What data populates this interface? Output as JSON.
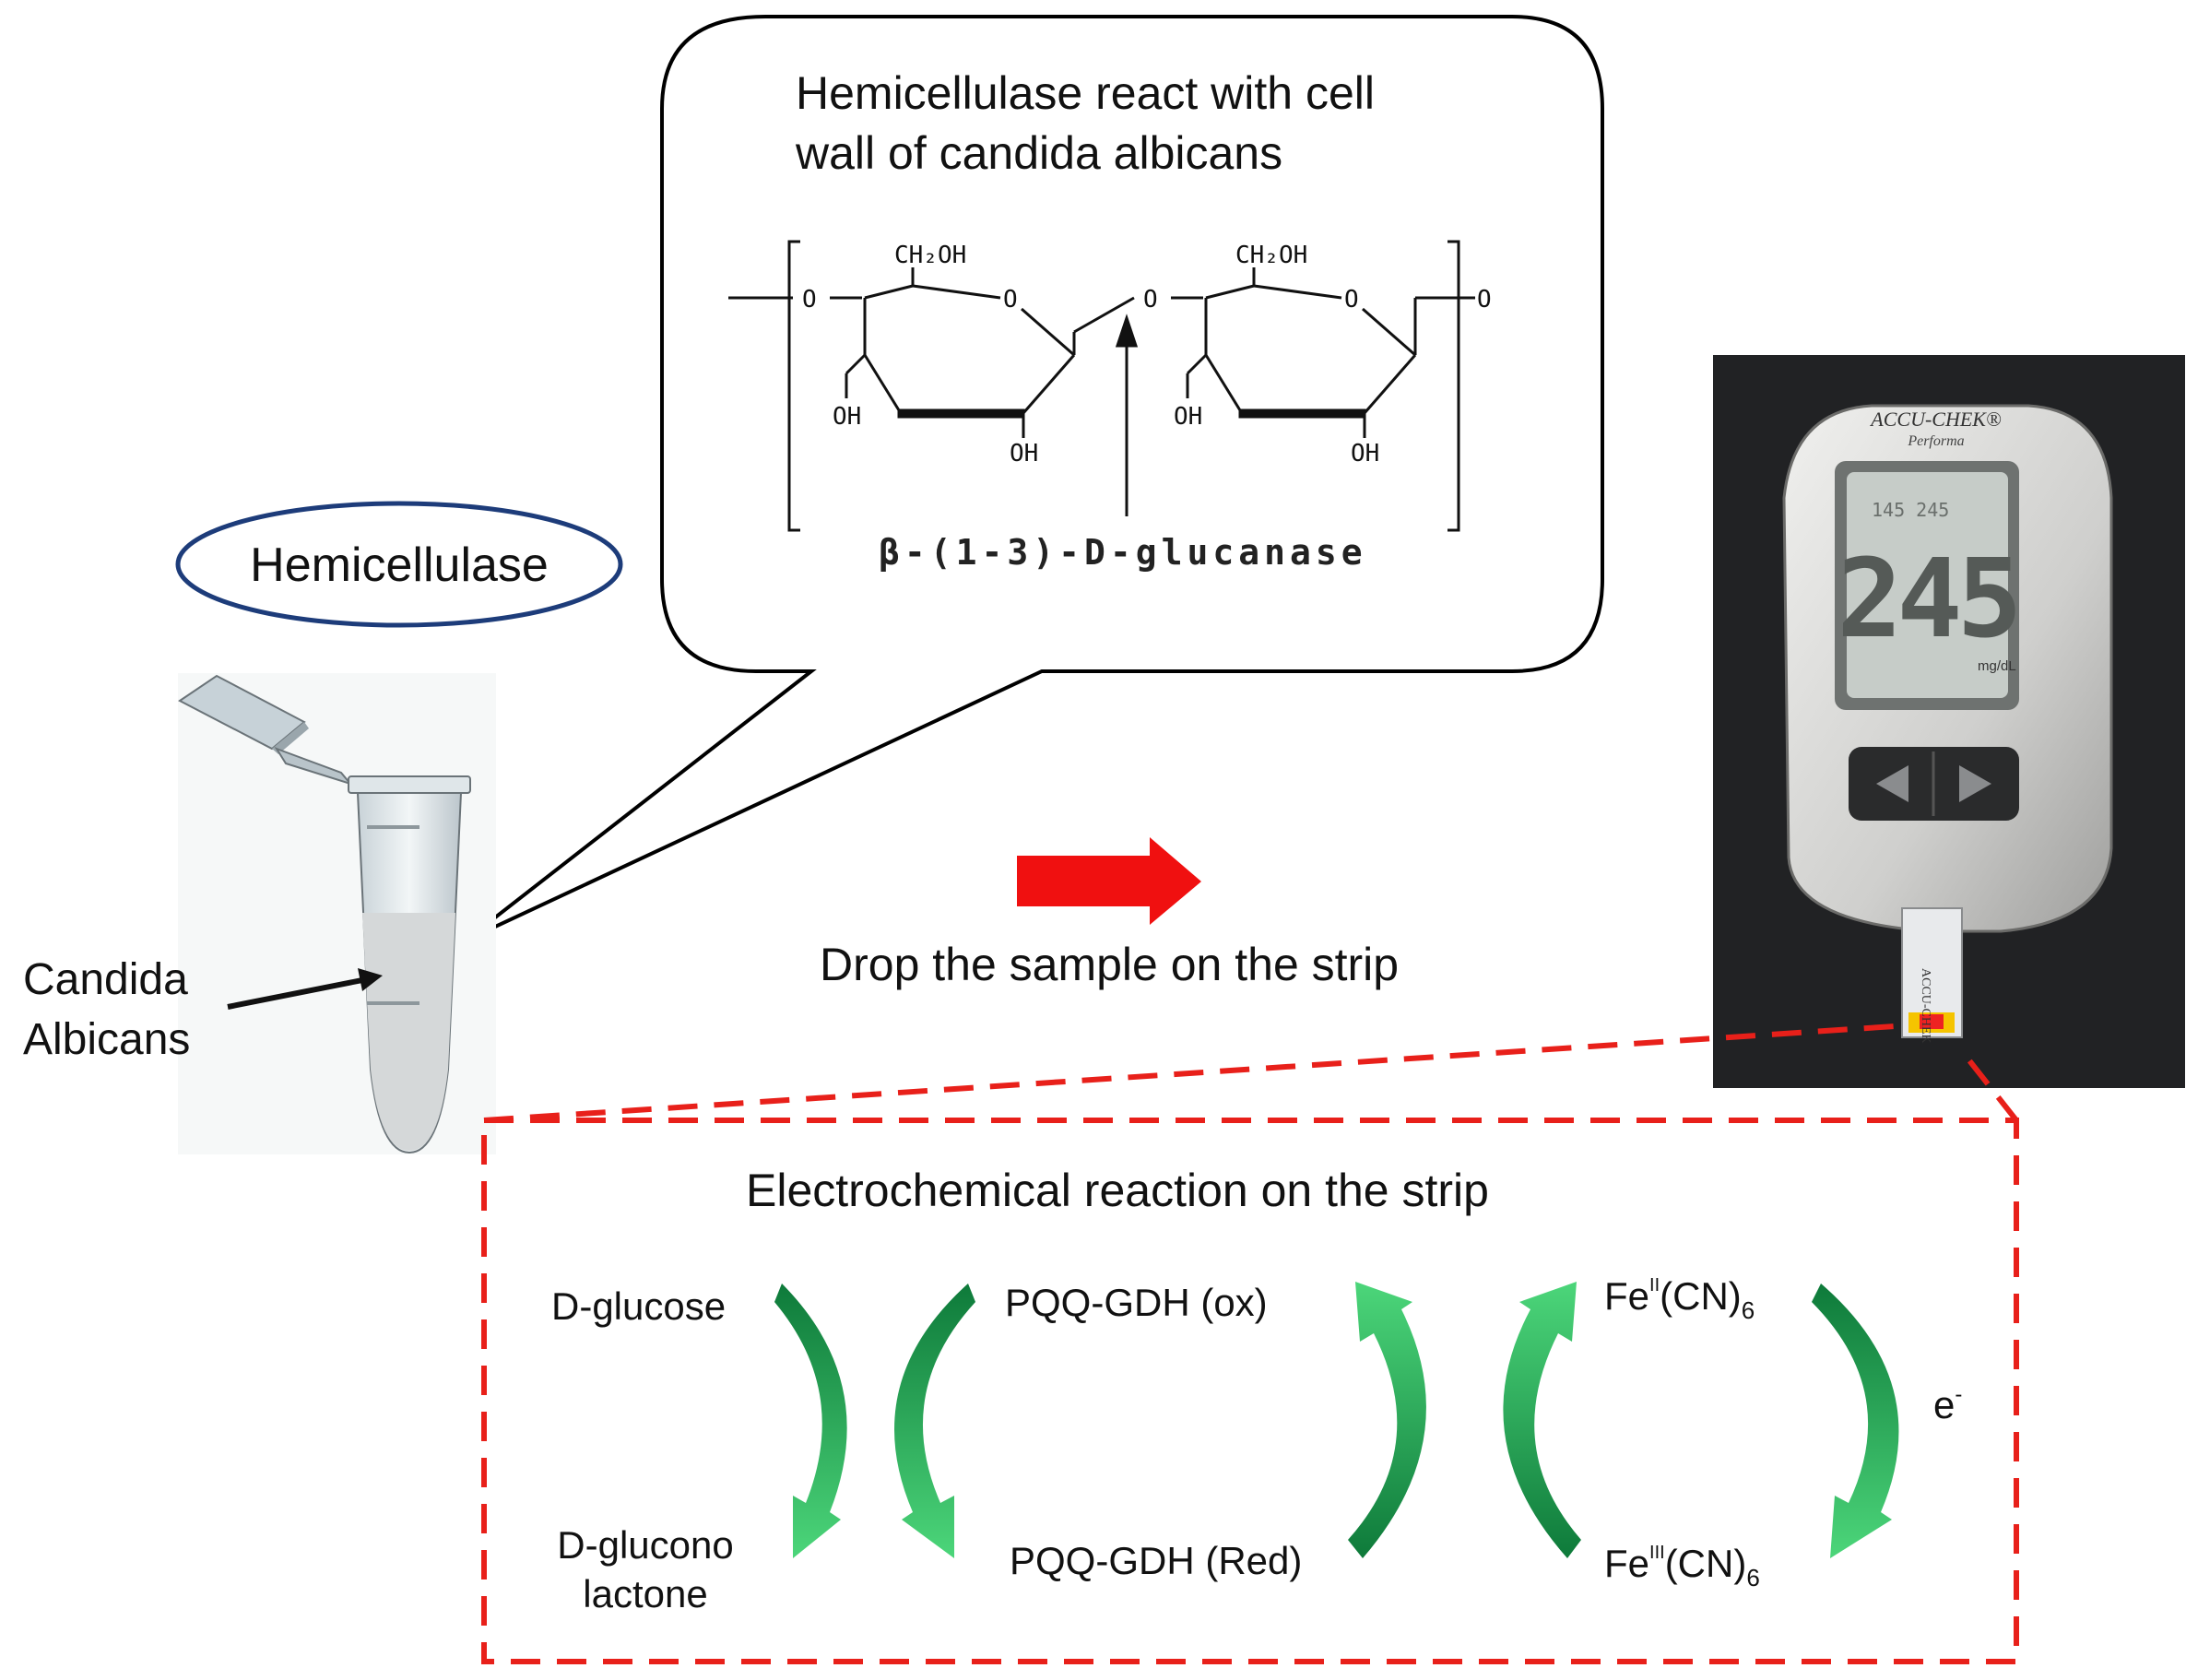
{
  "speech_bubble": {
    "text_line1": "Hemicellulase react with cell",
    "text_line2": "wall of candida albicans"
  },
  "structure": {
    "ch2oh": "CH₂OH",
    "ring_o": "O",
    "link_o": "O",
    "oh": "OH",
    "enzyme_label": "β-(1-3)-D-glucanase"
  },
  "enzyme_ellipse": {
    "label": "Hemicellulase"
  },
  "tube": {
    "sample_label_line1": "Candida",
    "sample_label_line2": "Albicans"
  },
  "step": {
    "label": "Drop the sample on the strip"
  },
  "meter": {
    "brand": "ACCU-CHEK®",
    "model": "Performa",
    "reading": "245",
    "small_reading": "145  245",
    "unit": "mg/dL",
    "strip_text": "ACCU-CHEK"
  },
  "strip_box": {
    "title": "Electrochemical reaction on the strip",
    "d_glucose": "D-glucose",
    "d_glucono_line1": "D-glucono",
    "d_glucono_line2": "lactone",
    "pqq_ox": "PQQ-GDH (ox)",
    "pqq_red": "PQQ-GDH (Red)",
    "fe_base": "Fe",
    "fe2_sup": "II",
    "fe3_sup": "III",
    "cn": "(CN)",
    "cn_sub": "6",
    "electron": "e",
    "electron_sup": "-"
  },
  "colors": {
    "dash_red": "#e8201a",
    "arrow_red": "#f01010",
    "ellipse_blue": "#1d3c7a",
    "green": "#27a94a"
  }
}
